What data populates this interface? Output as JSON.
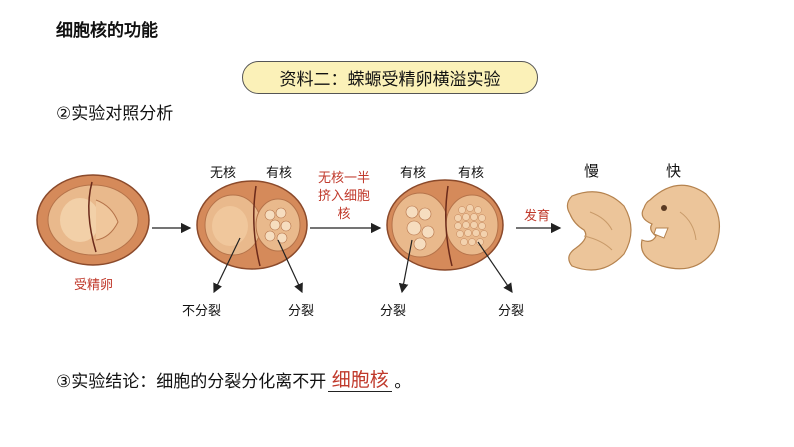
{
  "title": "细胞核的功能",
  "banner": "资料二：蝾螈受精卵横溢实验",
  "section2": "②实验对照分析",
  "labels": {
    "no_nucleus_1": "无核",
    "has_nucleus_1": "有核",
    "inject_note": "无核一半挤入细胞核",
    "has_nucleus_2a": "有核",
    "has_nucleus_2b": "有核",
    "develop": "发育",
    "slow": "慢",
    "fast": "快",
    "fertilized_egg": "受精卵",
    "no_division": "不分裂",
    "division_1": "分裂",
    "division_2": "分裂",
    "division_3": "分裂"
  },
  "conclusion": {
    "prefix": "③实验结论：细胞的分裂分化离不开",
    "answer": "细胞核",
    "suffix": "。"
  },
  "colors": {
    "red": "#c0392b",
    "banner_bg": "#fbf1b8",
    "egg_outer": "#d58a5a",
    "egg_inner": "#e9b98c",
    "embryo": "#ecc59a"
  }
}
